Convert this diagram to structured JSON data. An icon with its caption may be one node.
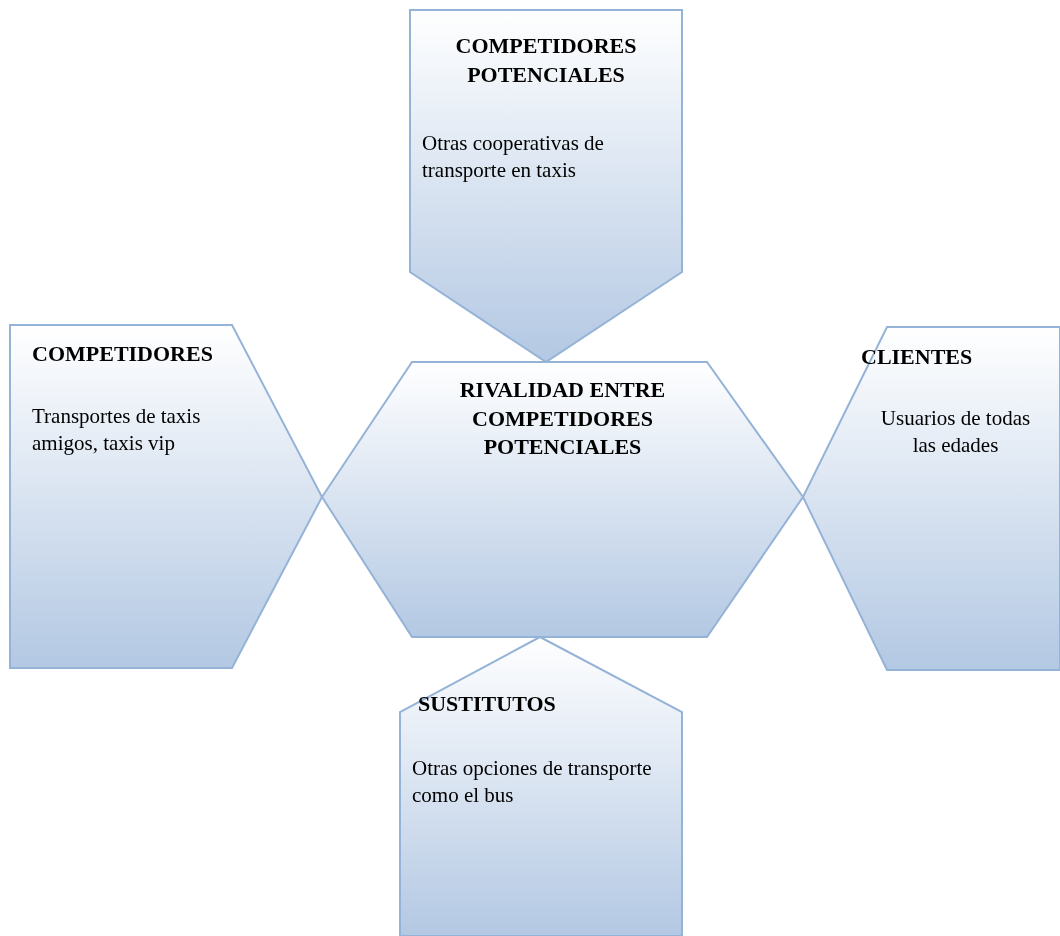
{
  "diagram": {
    "nodes": [
      {
        "text": [
          "COMPETIDORES POTENCIALES",
          "Otras cooperativas de transporte en taxis"
        ]
      },
      {
        "text": [
          "COMPETIDORES",
          "Transportes de taxis amigos, taxis vip"
        ]
      },
      {
        "text": [
          "RIVALIDAD ENTRE COMPETIDORES POTENCIALES"
        ]
      },
      {
        "text": [
          "CLIENTES",
          "Usuarios de todas las edades"
        ]
      },
      {
        "text": [
          "SUSTITUTOS",
          "Otras opciones de transporte como el bus"
        ]
      }
    ]
  }
}
